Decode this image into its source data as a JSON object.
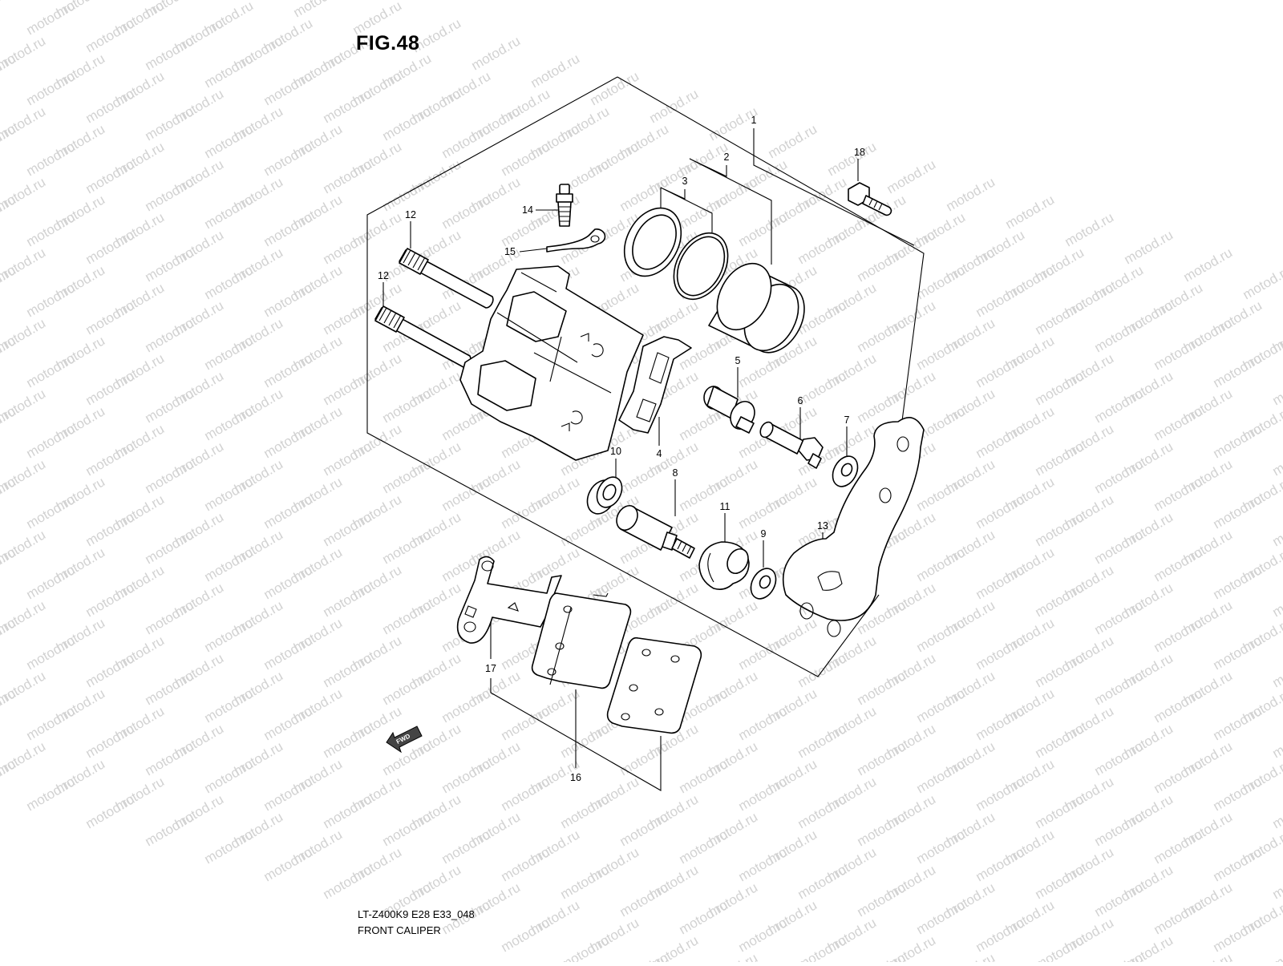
{
  "figure": {
    "title": "FIG.48",
    "model_code": "LT-Z400K9 E28 E33_048",
    "name": "FRONT CALIPER",
    "watermark": "motod.ru",
    "fwd_badge": "FWD"
  },
  "callouts": {
    "c1": "1",
    "c2": "2",
    "c3": "3",
    "c4": "4",
    "c5": "5",
    "c6": "6",
    "c7": "7",
    "c8": "8",
    "c9": "9",
    "c10": "10",
    "c11": "11",
    "c12a": "12",
    "c12b": "12",
    "c13": "13",
    "c14": "14",
    "c15": "15",
    "c16": "16",
    "c17": "17",
    "c18": "18"
  },
  "colors": {
    "line": "#000000",
    "watermark": "#d2d2d2",
    "background": "#ffffff"
  }
}
